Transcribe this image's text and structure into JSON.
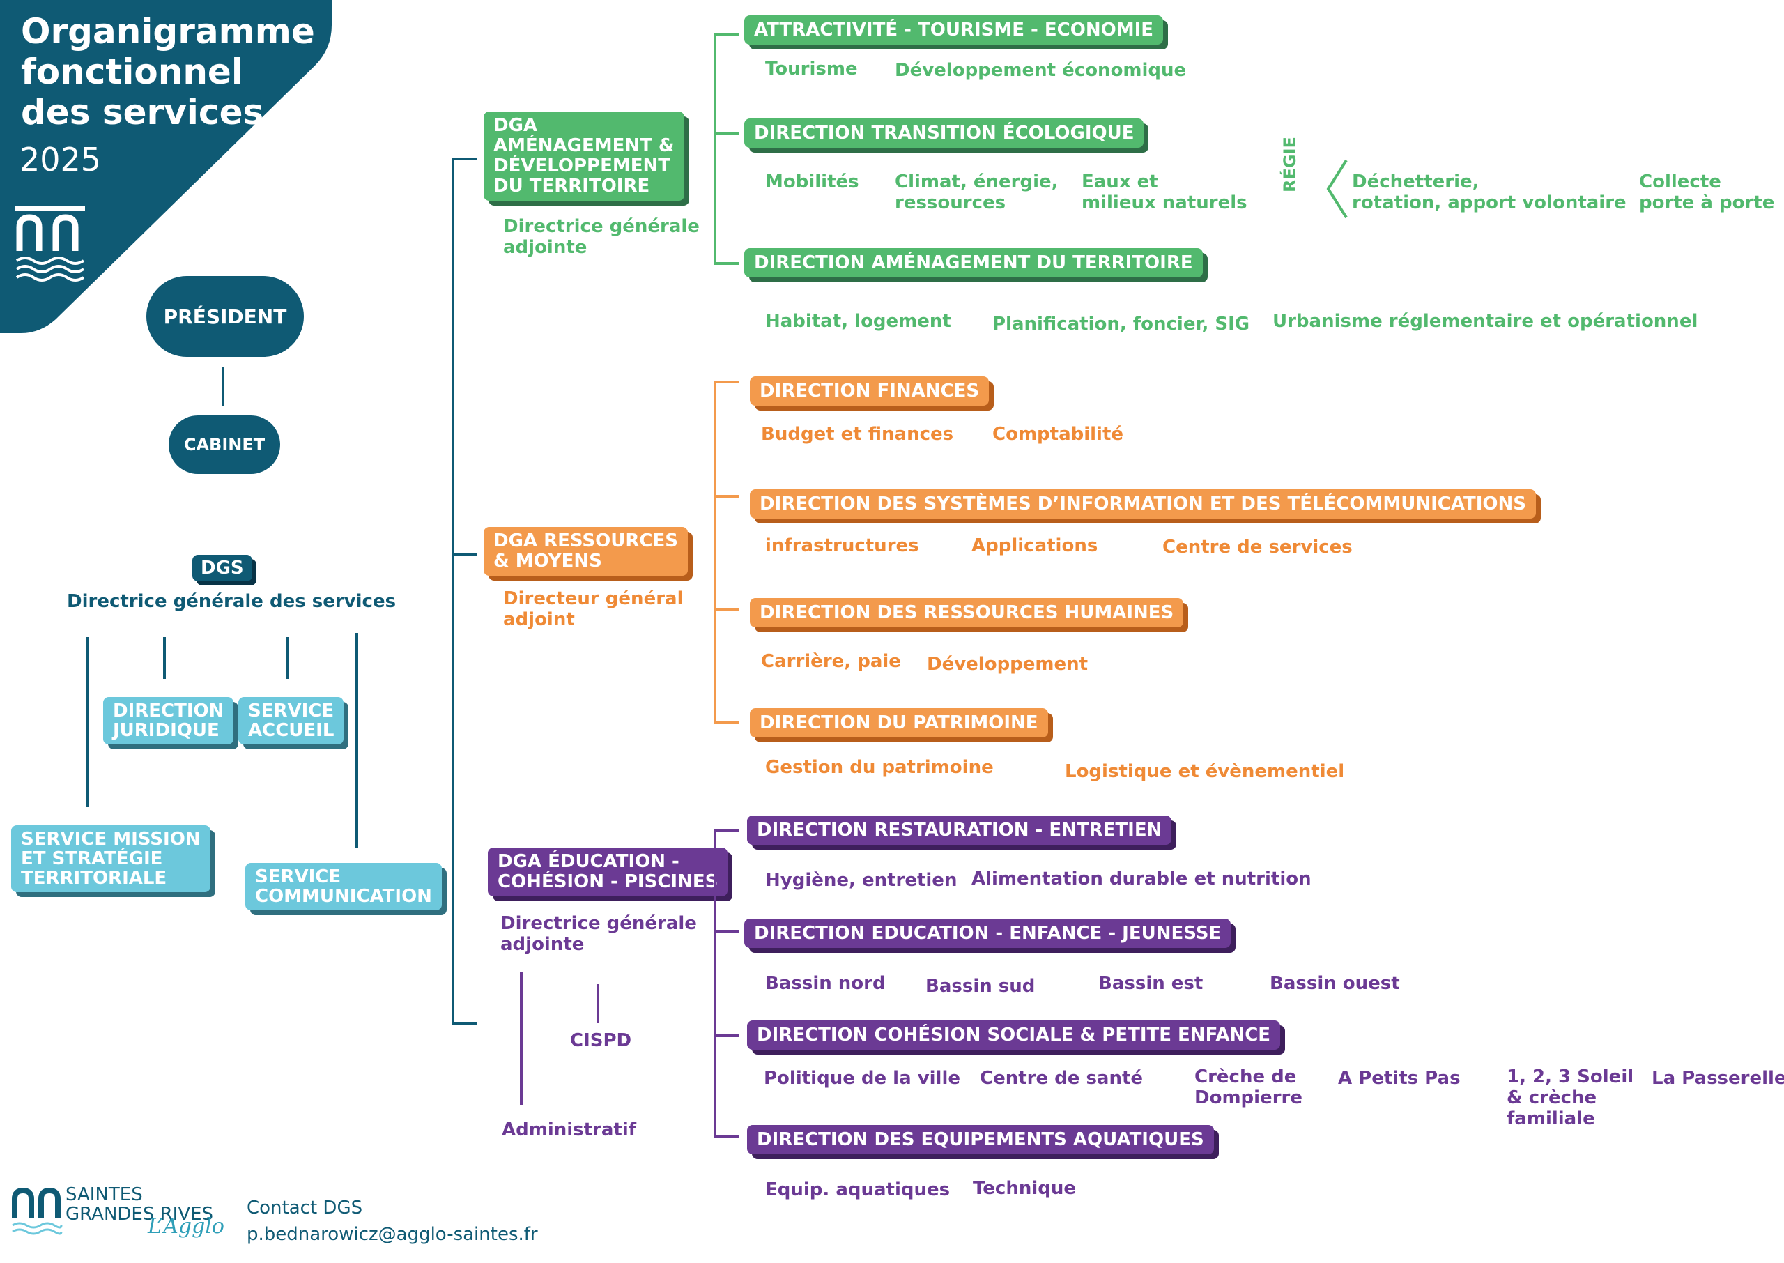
{
  "title": {
    "line1": "Organigramme",
    "line2": "fonctionnel",
    "line3": "des services",
    "year": "2025",
    "logo_icon": "agglo-waves-logo-icon"
  },
  "colors": {
    "navy": "#0f5a74",
    "green": "#52b96e",
    "orange": "#f39a4c",
    "purple": "#6b3a94",
    "cyan": "#6cc8dc"
  },
  "president": "PRÉSIDENT",
  "cabinet": "CABINET",
  "dgs": {
    "label": "DGS",
    "role": "Directrice générale des services"
  },
  "left_services": {
    "juridique": [
      "DIRECTION",
      "JURIDIQUE"
    ],
    "accueil": [
      "SERVICE",
      "ACCUEIL"
    ],
    "mission": [
      "SERVICE MISSION",
      "ET STRATÉGIE",
      "TERRITORIALE"
    ],
    "communication": [
      "SERVICE",
      "COMMUNICATION"
    ]
  },
  "dga_amenagement": {
    "label": [
      "DGA",
      "AMÉNAGEMENT &",
      "DÉVELOPPEMENT",
      "DU TERRITOIRE"
    ],
    "role": [
      "Directrice générale",
      "adjointe"
    ],
    "directions": [
      {
        "name": "ATTRACTIVITÉ - TOURISME - ECONOMIE",
        "services": [
          "Tourisme",
          "Développement économique"
        ]
      },
      {
        "name": "DIRECTION TRANSITION ÉCOLOGIQUE",
        "services": [
          [
            "Mobilités"
          ],
          [
            "Climat, énergie,",
            "ressources"
          ],
          [
            "Eaux et",
            "milieux naturels"
          ]
        ],
        "regie": {
          "label": "RÉGIE",
          "services": [
            [
              "Déchetterie,",
              "rotation, apport volontaire"
            ],
            [
              "Collecte",
              "porte à porte"
            ]
          ]
        }
      },
      {
        "name": "DIRECTION AMÉNAGEMENT DU TERRITOIRE",
        "services": [
          "Habitat, logement",
          "Planification, foncier, SIG",
          "Urbanisme réglementaire et opérationnel"
        ]
      }
    ]
  },
  "dga_ressources": {
    "label": [
      "DGA RESSOURCES",
      "& MOYENS"
    ],
    "role": [
      "Directeur général",
      "adjoint"
    ],
    "directions": [
      {
        "name": "DIRECTION FINANCES",
        "services": [
          "Budget et finances",
          "Comptabilité"
        ]
      },
      {
        "name": "DIRECTION DES SYSTÈMES D’INFORMATION ET DES TÉLÉCOMMUNICATIONS",
        "services": [
          "infrastructures",
          "Applications",
          "Centre de services"
        ]
      },
      {
        "name": "DIRECTION DES RESSOURCES HUMAINES",
        "services": [
          "Carrière, paie",
          "Développement"
        ]
      },
      {
        "name": "DIRECTION DU PATRIMOINE",
        "services": [
          "Gestion du patrimoine",
          "Logistique et évènementiel"
        ]
      }
    ]
  },
  "dga_education": {
    "label": [
      "DGA ÉDUCATION -",
      "COHÉSION - PISCINES"
    ],
    "role": [
      "Directrice générale",
      "adjointe"
    ],
    "cispd": "CISPD",
    "administratif": "Administratif",
    "directions": [
      {
        "name": "DIRECTION RESTAURATION - ENTRETIEN",
        "services": [
          "Hygiène, entretien",
          "Alimentation durable et nutrition"
        ]
      },
      {
        "name": "DIRECTION EDUCATION - ENFANCE - JEUNESSE",
        "services": [
          "Bassin nord",
          "Bassin sud",
          "Bassin est",
          "Bassin ouest"
        ]
      },
      {
        "name": "DIRECTION COHÉSION SOCIALE & PETITE ENFANCE",
        "services": [
          [
            "Politique de la ville"
          ],
          [
            "Centre de santé"
          ],
          [
            "Crèche de",
            "Dompierre"
          ],
          [
            "A Petits Pas"
          ],
          [
            "1, 2, 3 Soleil",
            "& crèche",
            "familiale"
          ],
          [
            "La Passerelle"
          ]
        ]
      },
      {
        "name": "DIRECTION DES EQUIPEMENTS AQUATIQUES",
        "services": [
          "Equip. aquatiques",
          "Technique"
        ]
      }
    ]
  },
  "footer": {
    "brand1": "SAINTES",
    "brand2": "GRANDES RIVES",
    "brand3": "L’Agglo",
    "contact_label": "Contact DGS",
    "contact_email": "p.bednarowicz@agglo-saintes.fr"
  }
}
